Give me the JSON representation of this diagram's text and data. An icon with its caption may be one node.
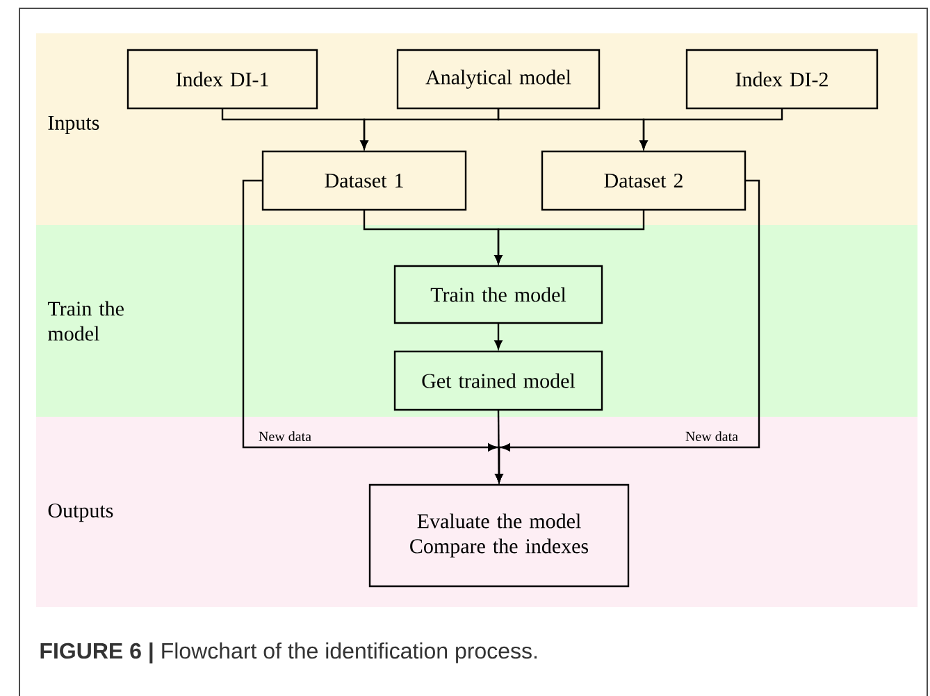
{
  "diagram": {
    "caption": "**FIGURE 6 |** Flowchart of the identification process.",
    "nodes": [
      {
        "text": [
          "Inputs"
        ]
      },
      {
        "text": [
          "Index DI-1"
        ],
        "in": 0
      },
      {
        "text": [
          "Analytical model"
        ],
        "in": 0
      },
      {
        "text": [
          "Index DI-2"
        ],
        "in": 0
      },
      {
        "text": [
          "Dataset 1"
        ],
        "in": 0
      },
      {
        "text": [
          "Dataset 2"
        ],
        "in": 0
      },
      {
        "text": [
          "Train the model"
        ]
      },
      {
        "text": [
          "Train the model"
        ],
        "in": 6
      },
      {
        "text": [
          "Get trained model"
        ],
        "in": 6
      },
      {
        "text": [
          "Outputs"
        ]
      },
      {
        "text": [
          "Evaluate the model Compare the indexes"
        ],
        "in": 9
      }
    ],
    "edges": [
      {
        "from": 1,
        "to": 4,
        "arrow": "to"
      },
      {
        "from": 2,
        "to": 4,
        "arrow": "to"
      },
      {
        "from": 2,
        "to": 5,
        "arrow": "to"
      },
      {
        "from": 3,
        "to": 5,
        "arrow": "to"
      },
      {
        "from": 4,
        "to": 7,
        "arrow": "to"
      },
      {
        "from": 5,
        "to": 7,
        "arrow": "to"
      },
      {
        "from": 7,
        "to": 8,
        "arrow": "to"
      },
      {
        "from": 8,
        "to": 10,
        "arrow": "to"
      },
      {
        "from": 4,
        "to": 10,
        "arrow": "to",
        "label": "New data"
      },
      {
        "from": 5,
        "to": 10,
        "arrow": "to",
        "label": "New data"
      }
    ]
  }
}
